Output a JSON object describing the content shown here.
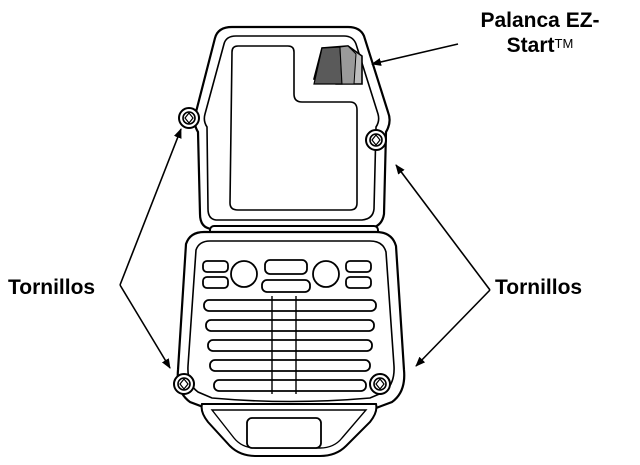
{
  "labels": {
    "ez_start_line1": "Palanca EZ-",
    "ez_start_line2": "Start",
    "ez_start_tm": "TM",
    "screws_left": "Tornillos",
    "screws_right": "Tornillos"
  },
  "colors": {
    "line": "#000000",
    "fill": "#ffffff",
    "lever_dark": "#555555",
    "lever_light": "#bdbdbd"
  }
}
